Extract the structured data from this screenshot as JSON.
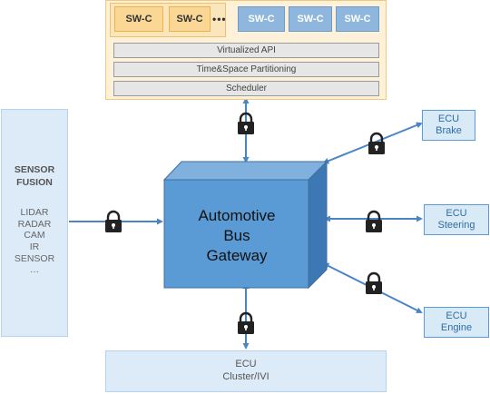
{
  "platform": {
    "swc_orange": [
      "SW-C",
      "SW-C"
    ],
    "ellipsis": "•••",
    "swc_blue": [
      "SW-C",
      "SW-C",
      "SW-C"
    ],
    "layers": [
      "Virtualized API",
      "Time&Space Partitioning",
      "Scheduler"
    ]
  },
  "sensor_fusion": {
    "title_line1": "SENSOR",
    "title_line2": "FUSION",
    "items": [
      "LIDAR",
      "RADAR",
      "CAM",
      "IR",
      "SENSOR",
      "…"
    ]
  },
  "gateway": {
    "line1": "Automotive",
    "line2": "Bus",
    "line3": "Gateway"
  },
  "ecus": {
    "brake": {
      "line1": "ECU",
      "line2": "Brake"
    },
    "steering": {
      "line1": "ECU",
      "line2": "Steering"
    },
    "engine": {
      "line1": "ECU",
      "line2": "Engine"
    },
    "cluster": {
      "line1": "ECU",
      "line2": "Cluster/IVI"
    }
  },
  "colors": {
    "arrow": "#4a86c6",
    "gateway_front": "#5b9bd5",
    "gateway_top": "#7fb0de",
    "gateway_side": "#3d78b5",
    "lock": "#222222"
  },
  "icons": {
    "lock": "padlock-icon"
  }
}
